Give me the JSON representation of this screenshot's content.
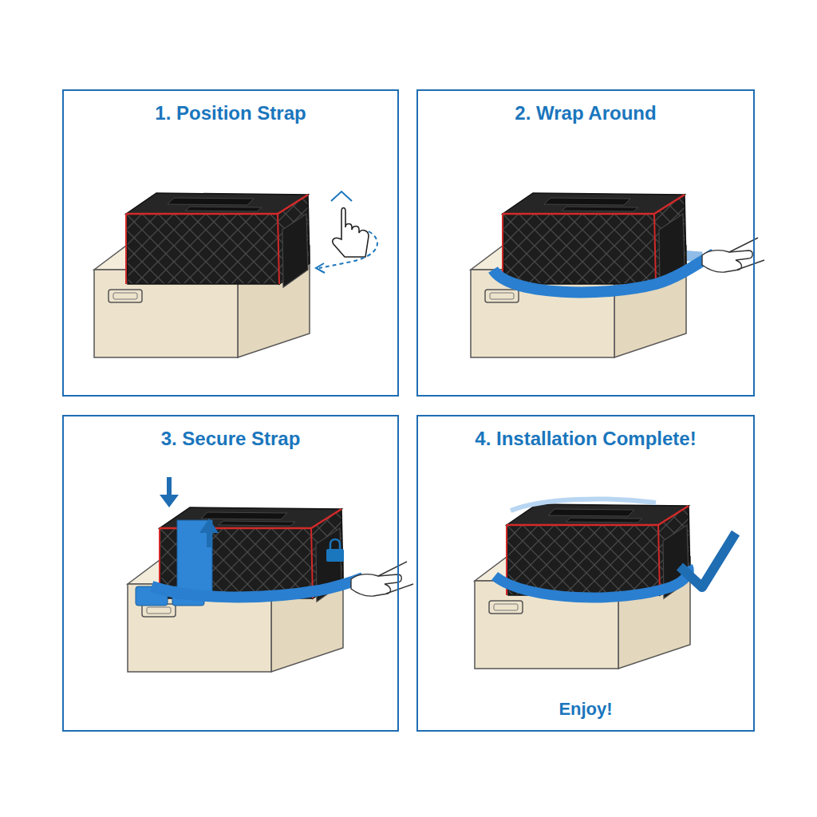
{
  "diagram": {
    "nodes": [
      {
        "text": [
          "1. Position Strap"
        ]
      },
      {
        "text": [
          "2. Wrap Around"
        ]
      },
      {
        "text": [
          "3. Secure Strap"
        ]
      },
      {
        "text": [
          "4. Installation Complete!",
          "Enjoy!"
        ]
      }
    ]
  }
}
